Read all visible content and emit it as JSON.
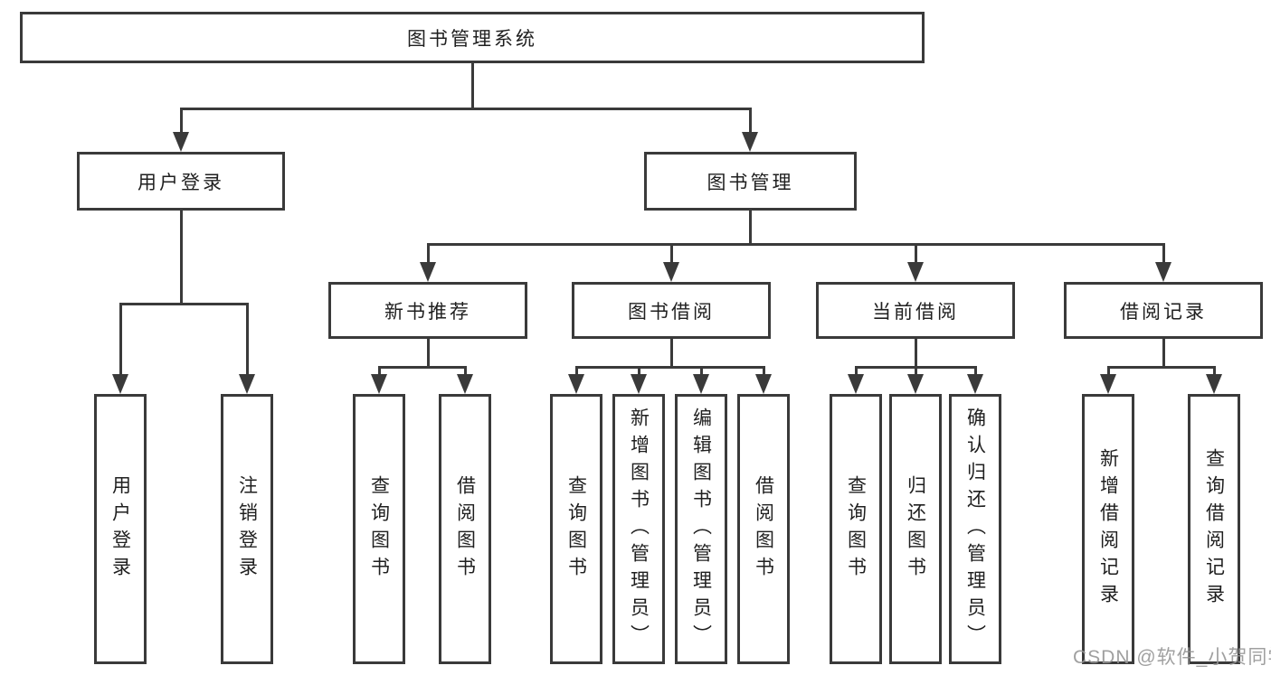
{
  "watermark": "CSDN @软件_小贺同学",
  "colors": {
    "line": "#3a3a3a",
    "text": "#1f1f1f",
    "watermark": "#969696",
    "background": "#ffffff"
  },
  "tree": {
    "root": "图书管理系统",
    "branches": [
      {
        "label": "用户登录",
        "children": [
          "用户登录",
          "注销登录"
        ]
      },
      {
        "label": "图书管理",
        "sections": [
          {
            "label": "新书推荐",
            "children": [
              "查询图书",
              "借阅图书"
            ]
          },
          {
            "label": "图书借阅",
            "children": [
              "查询图书",
              "新增图书（管理员）",
              "编辑图书（管理员）",
              "借阅图书"
            ]
          },
          {
            "label": "当前借阅",
            "children": [
              "查询图书",
              "归还图书",
              "确认归还（管理员）"
            ]
          },
          {
            "label": "借阅记录",
            "children": [
              "新增借阅记录",
              "查询借阅记录"
            ]
          }
        ]
      }
    ]
  }
}
